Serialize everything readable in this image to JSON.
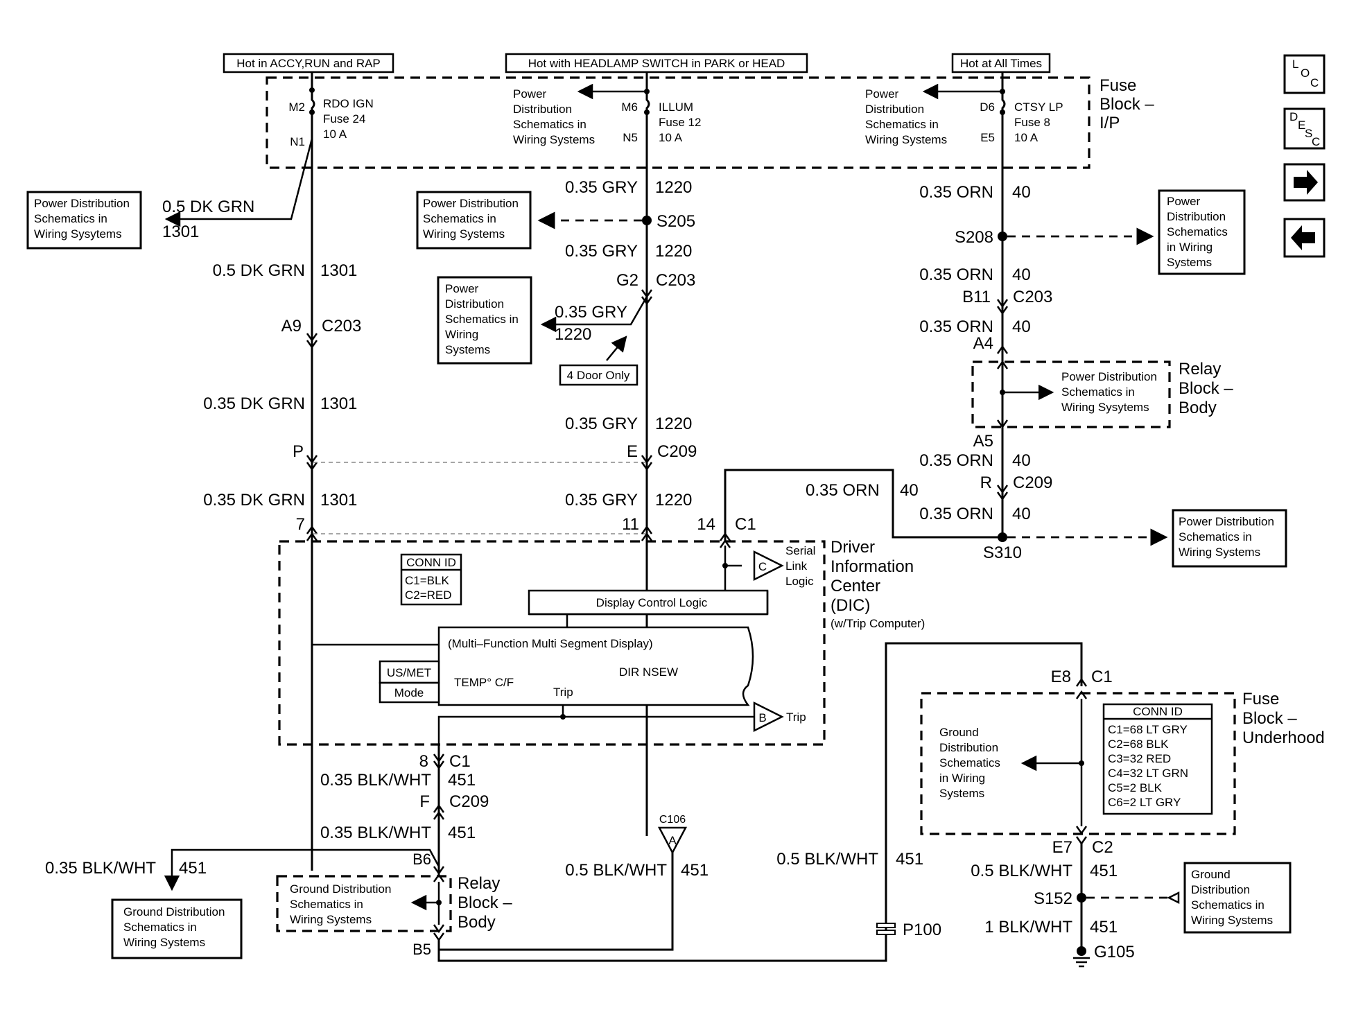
{
  "power": {
    "accy": "Hot in ACCY,RUN and RAP",
    "headlamp": "Hot with HEADLAMP SWITCH in PARK or HEAD",
    "all_times": "Hot at All Times"
  },
  "fuse_ip": {
    "title": [
      "Fuse",
      "Block –",
      "I/P"
    ],
    "rdo": {
      "in_pin": "M2",
      "out_pin": "N1",
      "name": "RDO IGN",
      "fuse": "Fuse 24",
      "amps": "10 A"
    },
    "illum": {
      "in_pin": "M6",
      "out_pin": "N5",
      "name": "ILLUM",
      "fuse": "Fuse 12",
      "amps": "10 A"
    },
    "ctsy": {
      "in_pin": "D6",
      "out_pin": "E5",
      "name": "CTSY LP",
      "fuse": "Fuse 8",
      "amps": "10 A"
    }
  },
  "refs": {
    "pd_wiring_systems": [
      "Power",
      "Distribution",
      "Schematics in",
      "Wiring Systems"
    ],
    "pd_sysytems": [
      "Power Distribution",
      "Schematics in",
      "Wiring Sysytems"
    ],
    "pd_wiring_systems_3": [
      "Power Distribution",
      "Schematics in",
      "Wiring Systems"
    ],
    "pd_5line": [
      "Power",
      "Distribution",
      "Schematics in",
      "Wiring",
      "Systems"
    ],
    "pd_right_top": [
      "Power",
      "Distribution",
      "Schematics",
      "in Wiring",
      "Systems"
    ],
    "gd_5line": [
      "Ground",
      "Distribution",
      "Schematics",
      "in Wiring",
      "Systems"
    ],
    "gd_3line": [
      "Ground Distribution",
      "Schematics in",
      "Wiring Systems"
    ],
    "gd_4line": [
      "Ground",
      "Distribution",
      "Schematics in",
      "Wiring Systems"
    ]
  },
  "wires": {
    "dkgrn05": "0.5 DK GRN",
    "dkgrn035": "0.35 DK GRN",
    "gry035": "0.35 GRY",
    "orn035": "0.35 ORN",
    "blkwht035": "0.35 BLK/WHT",
    "blkwht05": "0.5 BLK/WHT",
    "blkwht1": "1 BLK/WHT",
    "c1301": "1301",
    "c1220": "1220",
    "c40": "40",
    "c451": "451"
  },
  "connectors": {
    "c203": "C203",
    "c209": "C209",
    "c1": "C1",
    "c2": "C2",
    "c106": "C106",
    "a9": "A9",
    "p": "P",
    "pin7": "7",
    "g2": "G2",
    "e": "E",
    "pin11": "11",
    "pin14": "14",
    "b11": "B11",
    "a4": "A4",
    "a5": "A5",
    "r": "R",
    "pin8": "8",
    "f": "F",
    "b6": "B6",
    "b5": "B5",
    "e8": "E8",
    "e7": "E7",
    "a_letter": "A"
  },
  "splices": {
    "s205": "S205",
    "s208": "S208",
    "s310": "S310",
    "s152": "S152",
    "p100": "P100",
    "g105": "G105"
  },
  "four_door": "4 Door Only",
  "relay_block": [
    "Relay",
    "Block –",
    "Body"
  ],
  "dic": {
    "title": [
      "Driver",
      "Information",
      "Center",
      "(DIC)"
    ],
    "sub": "(w/Trip Computer)",
    "conn_id_title": "CONN ID",
    "conn_ids": [
      "C1=BLK",
      "C2=RED"
    ],
    "serial_link": [
      "Serial",
      "Link",
      "Logic"
    ],
    "c_letter": "C",
    "b_letter": "B",
    "display_logic": "Display Control Logic",
    "display": "(Multi–Function Multi Segment Display)",
    "usmet": "US/MET",
    "mode": "Mode",
    "temp": "TEMP° C/F",
    "dir": "DIR NSEW",
    "trip": "Trip",
    "trip_out": "Trip"
  },
  "fuse_uh": {
    "title": [
      "Fuse",
      "Block –",
      "Underhood"
    ],
    "conn_id_title": "CONN ID",
    "conn_ids": [
      "C1=68 LT GRY",
      "C2=68 BLK",
      "C3=32 RED",
      "C4=32 LT GRN",
      "C5=2 BLK",
      "C6=2 LT GRY"
    ]
  },
  "nav": {
    "loc_icon": "L O C",
    "desc_icon": "D E S C",
    "next_icon": "right-arrow",
    "prev_icon": "left-arrow"
  }
}
